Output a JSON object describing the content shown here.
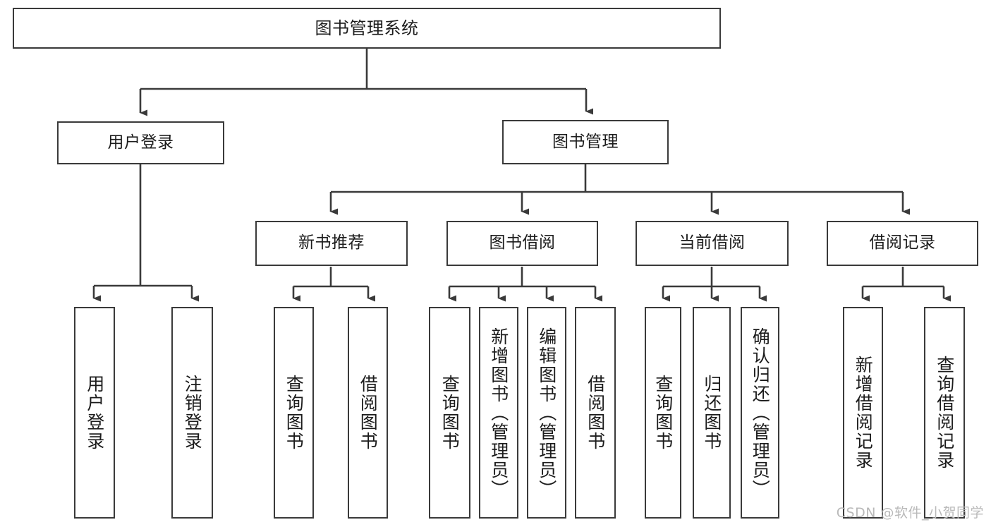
{
  "diagram": {
    "title": "图书管理系统",
    "type": "tree-hierarchy-diagram",
    "style": {
      "box_border_color": "#3a3a3a",
      "box_fill_color": "#ffffff",
      "edge_color": "#3a3a3a",
      "background_color": "#ffffff",
      "text_color": "#1c1c1c"
    },
    "root": {
      "label": "图书管理系统"
    },
    "level2": [
      {
        "label": "用户登录"
      },
      {
        "label": "图书管理"
      }
    ],
    "level3": [
      {
        "label": "新书推荐"
      },
      {
        "label": "图书借阅"
      },
      {
        "label": "当前借阅"
      },
      {
        "label": "借阅记录"
      }
    ],
    "leaves": {
      "user_login": [
        {
          "label": "用户登录"
        },
        {
          "label": "注销登录"
        }
      ],
      "new_book_recommend": [
        {
          "label": "查询图书"
        },
        {
          "label": "借阅图书"
        }
      ],
      "book_borrow": [
        {
          "label": "查询图书"
        },
        {
          "label": "新增图书（管理员）"
        },
        {
          "label": "编辑图书（管理员）"
        },
        {
          "label": "借阅图书"
        }
      ],
      "current_borrow": [
        {
          "label": "查询图书"
        },
        {
          "label": "归还图书"
        },
        {
          "label": "确认归还（管理员）"
        }
      ],
      "borrow_record": [
        {
          "label": "新增借阅记录"
        },
        {
          "label": "查询借阅记录"
        }
      ]
    }
  },
  "watermark": {
    "text": "CSDN @软件_小贺同学"
  }
}
